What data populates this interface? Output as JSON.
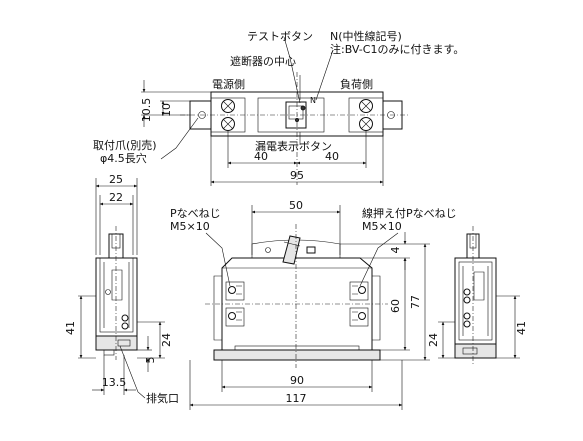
{
  "top_view": {
    "labels": {
      "test_button": "テストボタン",
      "neutral_title": "N(中性線記号)",
      "neutral_note": "注:BV-C1のみに付きます。",
      "breaker_center": "遮断器の中心",
      "power_side": "電源側",
      "load_side": "負荷側",
      "mount_claw": "取付爪(別売)",
      "slot": "φ4.5長穴",
      "leak_indicator": "漏電表示ボタン",
      "n_mark": "N"
    },
    "dims": {
      "height_total": "10.5",
      "height_inner": "10",
      "left_half": "40",
      "right_half": "40",
      "width_total": "95"
    }
  },
  "left_view": {
    "dims": {
      "width_outer": "25",
      "width_inner": "22",
      "height_41": "41",
      "height_24": "24",
      "height_5": "5",
      "bottom_13_5": "13.5"
    },
    "labels": {
      "exhaust": "排気口"
    }
  },
  "front_view": {
    "labels": {
      "p_screw": "Pなべねじ",
      "p_screw_size": "M5×10",
      "wire_p_screw": "線押え付Pなべねじ",
      "wire_p_screw_size": "M5×10"
    },
    "dims": {
      "top_50": "50",
      "right_4": "4",
      "right_77": "77",
      "right_60": "60",
      "bottom_90": "90",
      "bottom_117": "117"
    }
  },
  "right_view": {
    "dims": {
      "height_41": "41",
      "height_24": "24"
    }
  }
}
